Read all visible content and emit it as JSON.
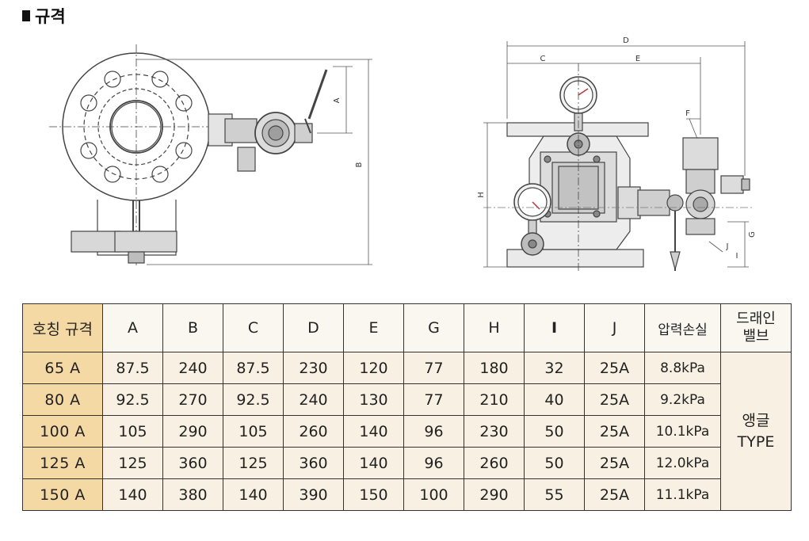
{
  "heading": {
    "title": "규격"
  },
  "drawing": {
    "front_view_labels": [
      "A",
      "B"
    ],
    "side_view_labels": [
      "D",
      "C",
      "E",
      "F",
      "H",
      "G",
      "J",
      "I"
    ]
  },
  "table": {
    "headers": [
      "호칭 규격",
      "A",
      "B",
      "C",
      "D",
      "E",
      "G",
      "H",
      "I",
      "J",
      "압력손실",
      "드래인 밸브"
    ],
    "drain_header": [
      "드래인",
      "밸브"
    ],
    "drain_value": [
      "앵글",
      "TYPE"
    ],
    "rows": [
      [
        "65 A",
        "87.5",
        "240",
        "87.5",
        "230",
        "120",
        "77",
        "180",
        "32",
        "25A",
        "8.8kPa"
      ],
      [
        "80 A",
        "92.5",
        "270",
        "92.5",
        "240",
        "130",
        "77",
        "210",
        "40",
        "25A",
        "9.2kPa"
      ],
      [
        "100 A",
        "105",
        "290",
        "105",
        "260",
        "140",
        "96",
        "230",
        "50",
        "25A",
        "10.1kPa"
      ],
      [
        "125 A",
        "125",
        "360",
        "125",
        "360",
        "140",
        "96",
        "260",
        "50",
        "25A",
        "12.0kPa"
      ],
      [
        "150 A",
        "140",
        "380",
        "140",
        "390",
        "150",
        "100",
        "290",
        "55",
        "25A",
        "11.1kPa"
      ]
    ]
  }
}
